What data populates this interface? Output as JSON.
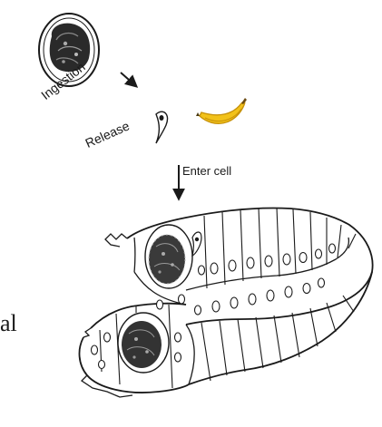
{
  "diagram": {
    "labels": {
      "ingestion": "Ingestion",
      "release": "Release",
      "enter_cell": "Enter cell",
      "clipped_text": "al"
    },
    "colors": {
      "ink": "#1a1a1a",
      "banana_yellow": "#f2c21a",
      "banana_shadow": "#c7920a"
    }
  }
}
